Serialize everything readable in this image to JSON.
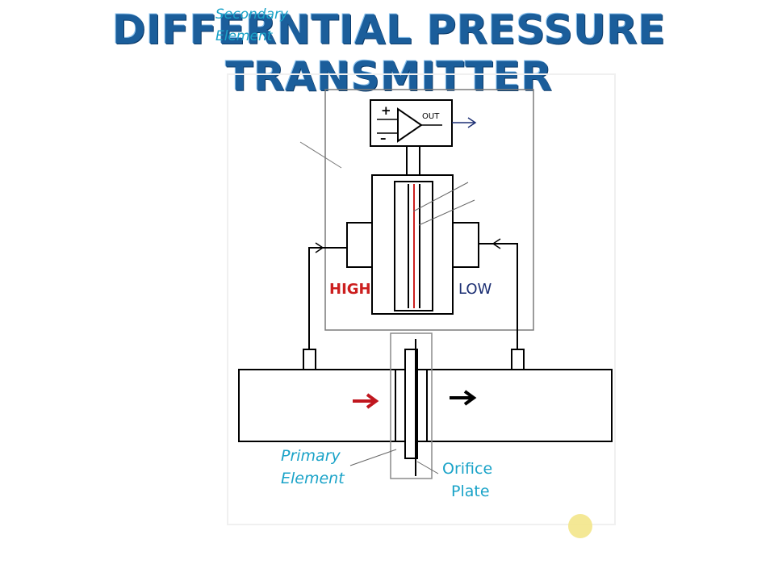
{
  "title": "DIFFERNTIAL PRESSURE TRANSMITTER",
  "labels": {
    "secondary_line1": "Secondary",
    "secondary_line2": "Element",
    "high": "HIGH",
    "low": "LOW",
    "amp_out": "OUT",
    "amp_plus": "+",
    "amp_minus": "–",
    "primary_line1": "Primary",
    "primary_line2": "Element",
    "orifice_line1": "Orifice",
    "orifice_line2": "Plate"
  },
  "colors": {
    "title": "#1b5e9b",
    "callout": "#1aa3c8",
    "high": "#cc1f1f",
    "low": "#1c2f73",
    "line": "#000000",
    "flow_in": "#c0171f",
    "flow_out": "#000000",
    "box_border": "#6f6f6f",
    "cursor_dot": "#f3e58a"
  },
  "icons": {
    "amplifier": "op-amp-icon",
    "output": "arrow-right-icon",
    "flow_in": "red-arrow-icon",
    "flow_out": "black-arrow-icon",
    "cursor": "pointer-dot-icon"
  }
}
